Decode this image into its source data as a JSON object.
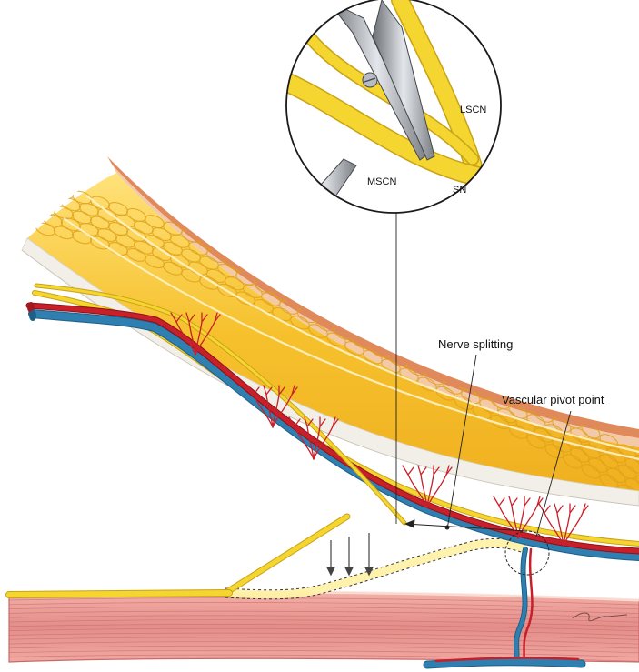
{
  "labels": {
    "inset_lscn": "LSCN",
    "inset_mscn": "MSCN",
    "inset_sn": "SN",
    "nerve_splitting": "Nerve splitting",
    "vascular_pivot_point": "Vascular pivot point"
  },
  "colors": {
    "skin_outer": "#e08a5c",
    "dermis": "#f4c9a8",
    "fat": "#f6c12d",
    "fat_light": "#ffe070",
    "fat_lobule_line": "#e0a11a",
    "fascia": "#f2efe8",
    "muscle": "#e58f8f",
    "muscle_line": "#c96a6a",
    "nerve": "#f5d530",
    "nerve_edge": "#c9a317",
    "vein": "#2f7fb0",
    "artery": "#c8202a",
    "leader_line": "#222222"
  }
}
